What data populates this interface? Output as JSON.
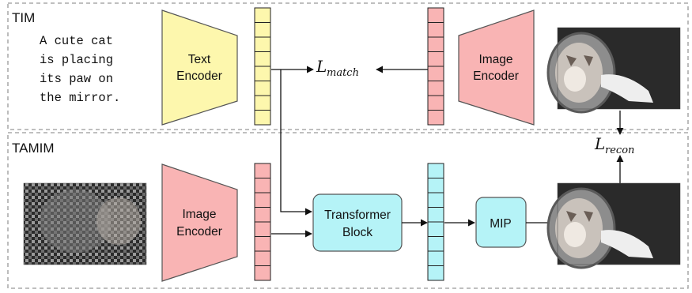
{
  "sections": {
    "top": "TIM",
    "bottom": "TAMIM"
  },
  "caption": [
    "A cute cat",
    "is placing",
    "its paw on",
    "the mirror."
  ],
  "encoders": {
    "text": [
      "Text",
      "Encoder"
    ],
    "image_top": [
      "Image",
      "Encoder"
    ],
    "image_bottom": [
      "Image",
      "Encoder"
    ]
  },
  "transformer": [
    "Transformer",
    "Block"
  ],
  "mip": "MIP",
  "losses": {
    "match": {
      "symbol": "L",
      "sub": "match"
    },
    "recon": {
      "symbol": "L",
      "sub": "recon"
    }
  },
  "colors": {
    "text_encoder": "#fdf7ad",
    "image_encoder": "#f9b4b4",
    "cyan": "#b5f3f7",
    "dash": "#999999"
  }
}
